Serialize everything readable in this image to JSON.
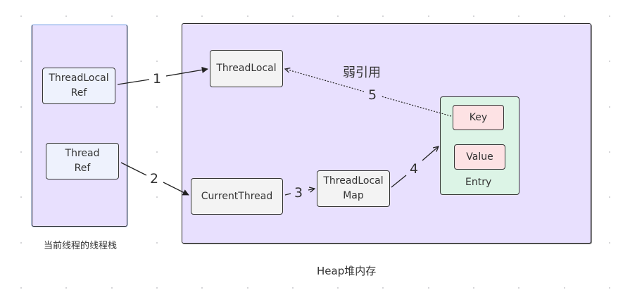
{
  "diagram": {
    "stack_container": {
      "caption": "当前线程的线程栈"
    },
    "heap_container": {
      "caption": "Heap堆内存"
    },
    "nodes": {
      "threadlocal_ref": "ThreadLocal\nRef",
      "thread_ref": "Thread\nRef",
      "threadlocal": "ThreadLocal",
      "current_thread": "CurrentThread",
      "threadlocal_map": "ThreadLocal\nMap",
      "key": "Key",
      "value": "Value",
      "entry": "Entry"
    },
    "edges": [
      {
        "from": "ThreadLocal Ref",
        "to": "ThreadLocal",
        "label": "1",
        "style": "solid"
      },
      {
        "from": "Thread Ref",
        "to": "CurrentThread",
        "label": "2",
        "style": "solid"
      },
      {
        "from": "CurrentThread",
        "to": "ThreadLocal Map",
        "label": "3",
        "style": "solid"
      },
      {
        "from": "ThreadLocal Map",
        "to": "Entry",
        "label": "4",
        "style": "solid"
      },
      {
        "from": "Key",
        "to": "ThreadLocal",
        "label": "5",
        "style": "dotted"
      }
    ],
    "annotation": "弱引用"
  }
}
